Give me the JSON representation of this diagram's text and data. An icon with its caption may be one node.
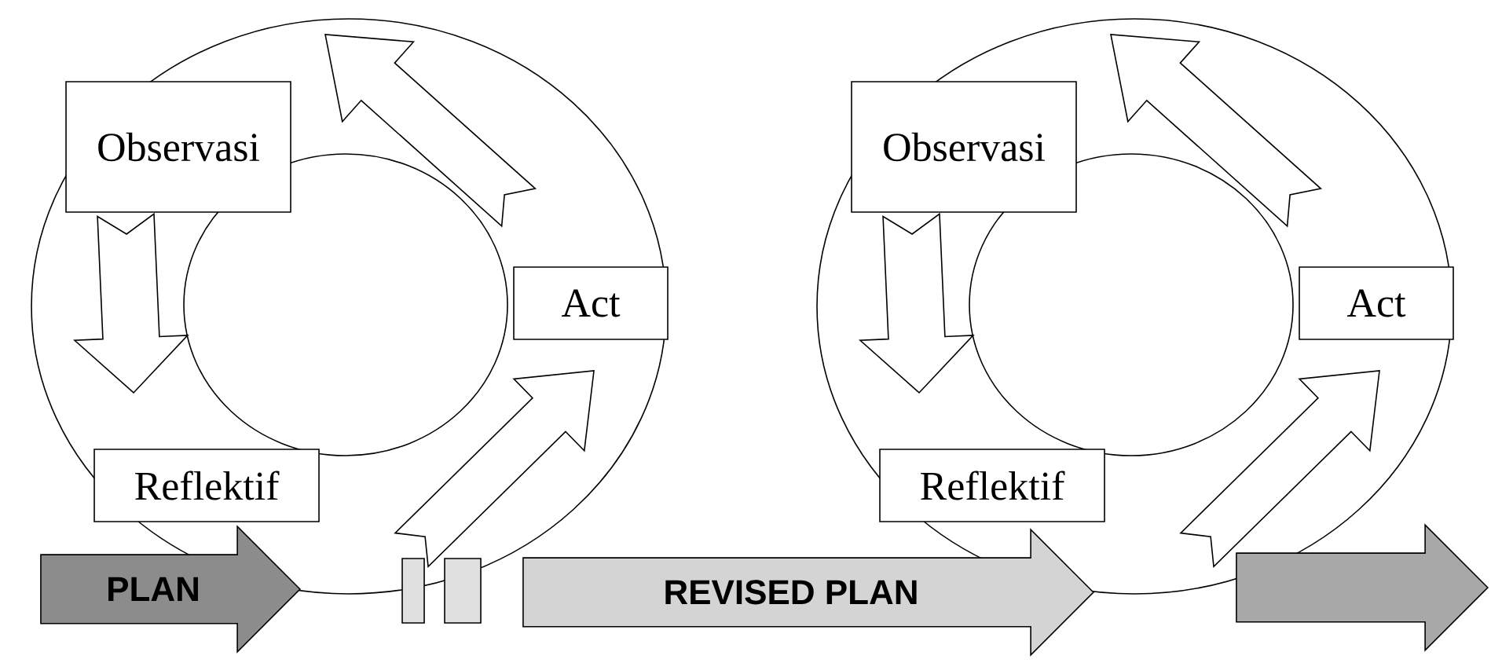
{
  "diagram": {
    "nodes": [
      {
        "text": [
          "Observasi"
        ]
      },
      {
        "text": [
          "Act"
        ]
      },
      {
        "text": [
          "Reflektif"
        ]
      },
      {
        "text": [
          "PLAN"
        ]
      },
      {
        "text": [],
        "shape": "bar"
      },
      {
        "text": [],
        "shape": "bar"
      },
      {
        "text": [
          "Observasi"
        ]
      },
      {
        "text": [
          "Act"
        ]
      },
      {
        "text": [
          "Reflektif"
        ]
      },
      {
        "text": [
          "REVISED PLAN"
        ]
      },
      {
        "text": [],
        "shape": "arrow"
      }
    ],
    "edges": [
      {
        "from": 1,
        "to": 0,
        "arrow": "to"
      },
      {
        "from": 0,
        "to": 2,
        "arrow": "to"
      },
      {
        "from": 4,
        "to": 1,
        "arrow": "to"
      },
      {
        "from": 7,
        "to": 6,
        "arrow": "to"
      },
      {
        "from": 6,
        "to": 8,
        "arrow": "to"
      },
      {
        "from": null,
        "to": 7,
        "arrow": "to"
      }
    ]
  }
}
